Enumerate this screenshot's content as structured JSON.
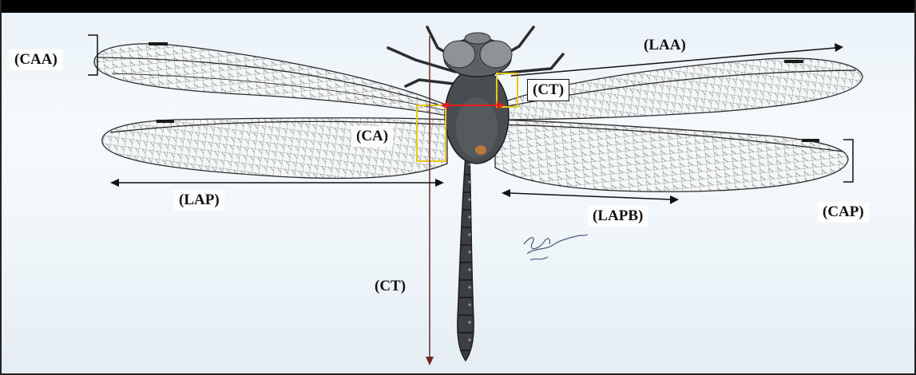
{
  "figure": {
    "labels": {
      "caa": "(CAA)",
      "laa": "(LAA)",
      "ct_top": "(CT)",
      "ca": "(CA)",
      "lap": "(LAP)",
      "lapb": "(LAPB)",
      "cap": "(CAP)",
      "ct_bottom": "(CT)"
    },
    "colors": {
      "background": "#eef5f9",
      "top_bar": "#000000",
      "measure_line": "#111111",
      "body_line": "#6b2a2a",
      "thorax_width_arrow": "#e0201a",
      "thorax_box": "#e3c81e",
      "wing_vein": "#2a2a2a",
      "body": "#3a3c3e",
      "pterostigma": "#1a1a1a"
    },
    "icons": {
      "subject": "dragonfly-illustration",
      "signature": "artist-signature"
    }
  }
}
